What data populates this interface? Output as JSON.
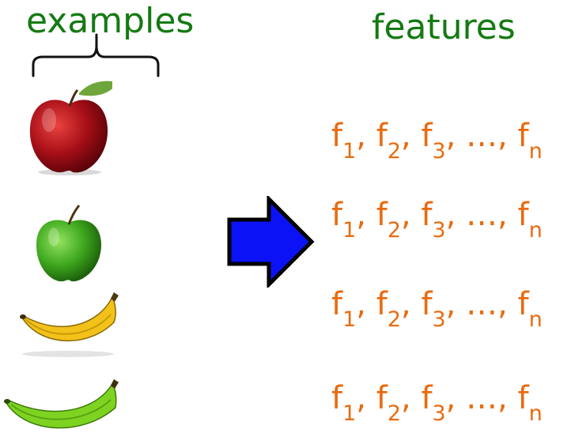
{
  "colors": {
    "heading": "#157a13",
    "feature_text": "#e96b10",
    "arrow_fill": "#0b12f5",
    "arrow_stroke": "#000000"
  },
  "headings": {
    "examples": "examples",
    "features": "features"
  },
  "examples": [
    {
      "icon": "red-apple-icon"
    },
    {
      "icon": "green-apple-icon"
    },
    {
      "icon": "yellow-banana-icon"
    },
    {
      "icon": "green-banana-icon"
    }
  ],
  "arrow": {
    "icon": "right-arrow-icon"
  },
  "feature_rows": [
    {
      "f": "f",
      "s1": "1",
      "s2": "2",
      "s3": "3",
      "dots": "…",
      "sn": "n"
    },
    {
      "f": "f",
      "s1": "1",
      "s2": "2",
      "s3": "3",
      "dots": "…",
      "sn": "n"
    },
    {
      "f": "f",
      "s1": "1",
      "s2": "2",
      "s3": "3",
      "dots": "…",
      "sn": "n"
    },
    {
      "f": "f",
      "s1": "1",
      "s2": "2",
      "s3": "3",
      "dots": "…",
      "sn": "n"
    }
  ]
}
